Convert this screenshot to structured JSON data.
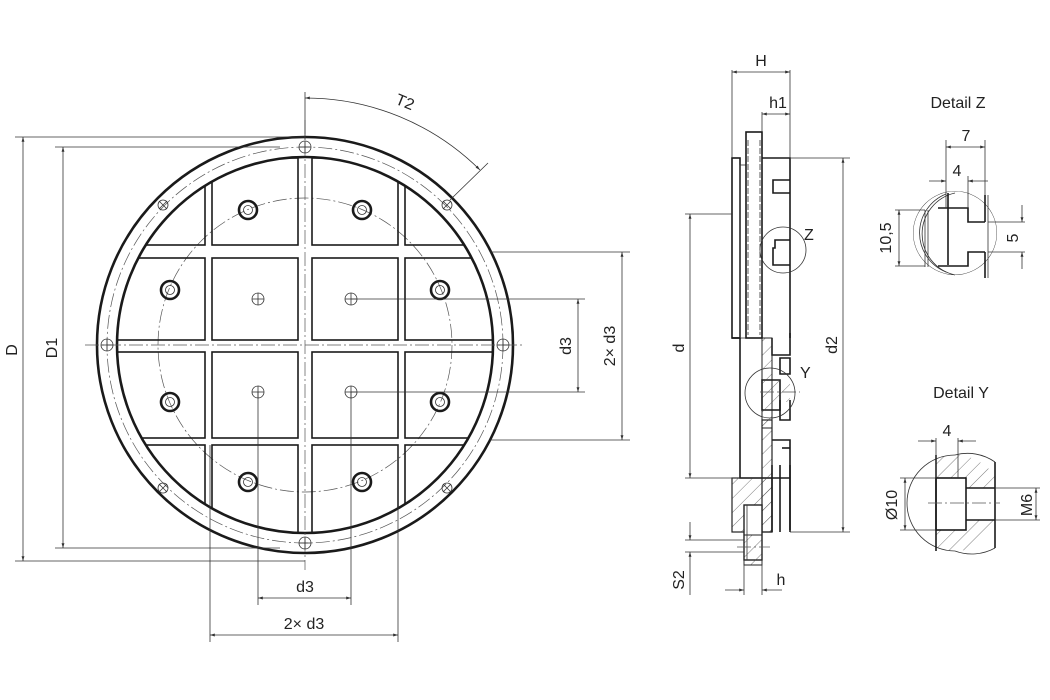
{
  "drawing": {
    "front_view": {
      "dims": {
        "D": "D",
        "D1": "D1",
        "T2": "T2",
        "d3_v": "d3",
        "two_d3_v": "2× d3",
        "d3_h": "d3",
        "two_d3_h": "2× d3"
      }
    },
    "side_view": {
      "dims": {
        "H": "H",
        "h1": "h1",
        "d": "d",
        "d2": "d2",
        "S2": "S2",
        "h": "h",
        "Z": "Z",
        "Y": "Y"
      }
    },
    "detail_z": {
      "title": "Detail Z",
      "dim_7": "7",
      "dim_4": "4",
      "dim_10_5": "10,5",
      "dim_5": "5"
    },
    "detail_y": {
      "title": "Detail Y",
      "dim_4": "4",
      "dim_d10": "Ø10",
      "dim_m6": "M6"
    }
  }
}
